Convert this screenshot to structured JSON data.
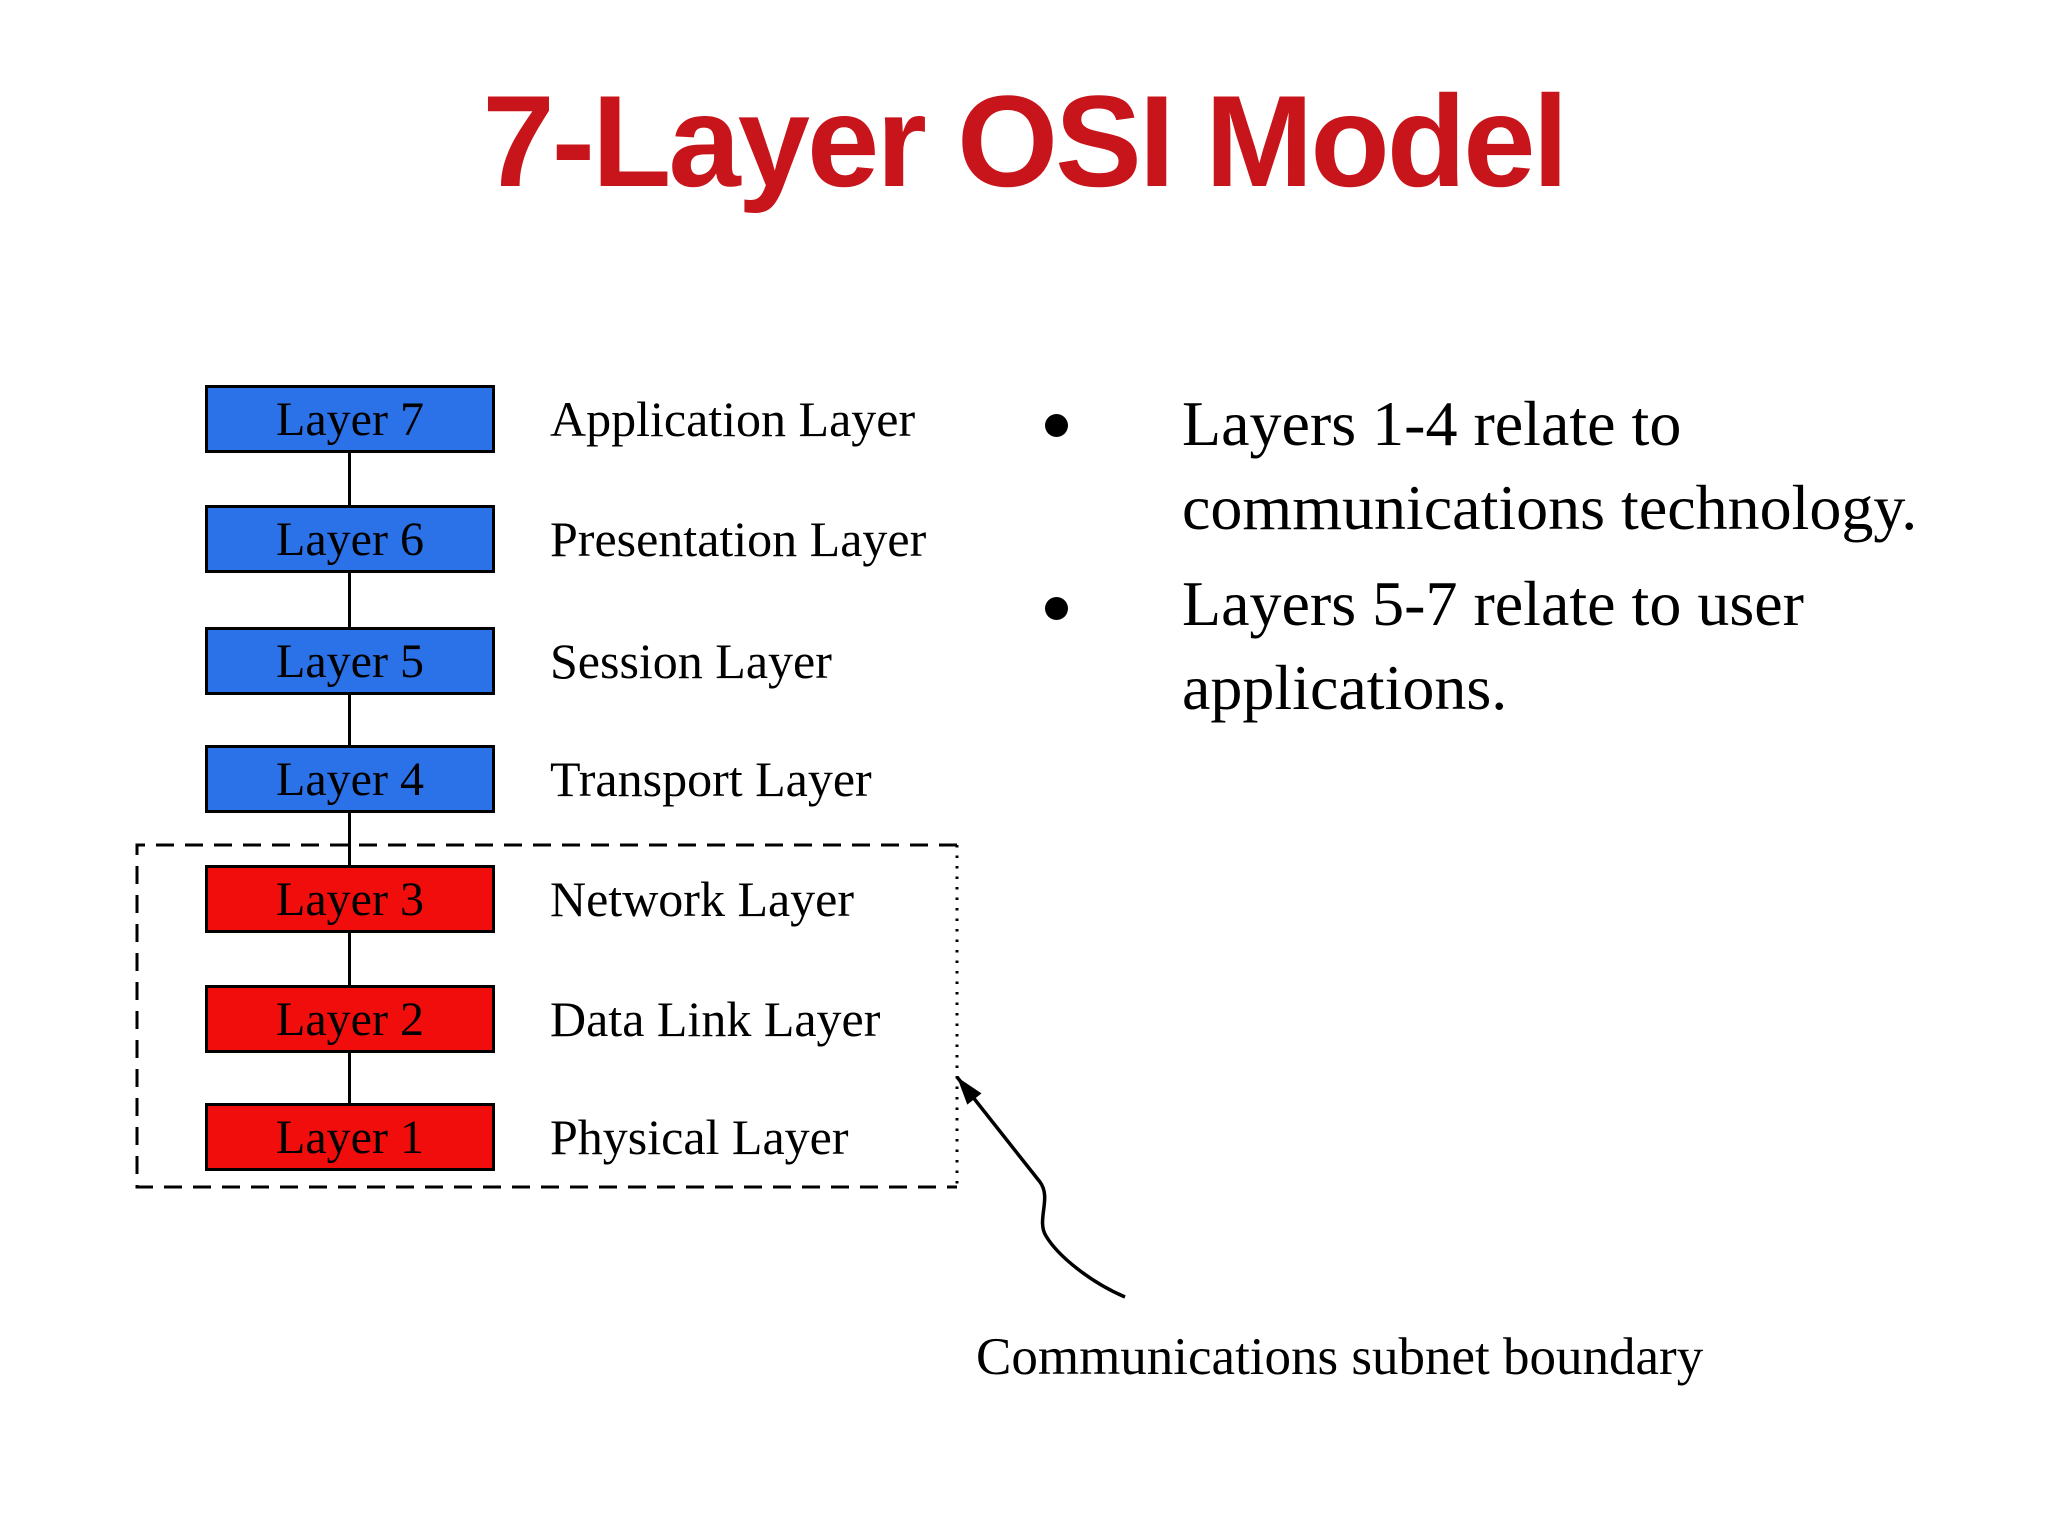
{
  "slide": {
    "title": "7-Layer OSI Model",
    "title_color": "#C8151B",
    "background_color": "#FFFFFF"
  },
  "diagram": {
    "layers": [
      {
        "box_label": "Layer 7",
        "name": "Application Layer",
        "group": "user-applications",
        "color_hex": "#2B72E8"
      },
      {
        "box_label": "Layer 6",
        "name": "Presentation Layer",
        "group": "user-applications",
        "color_hex": "#2B72E8"
      },
      {
        "box_label": "Layer 5",
        "name": "Session Layer",
        "group": "user-applications",
        "color_hex": "#2B72E8"
      },
      {
        "box_label": "Layer 4",
        "name": "Transport Layer",
        "group": "communications-technology",
        "color_hex": "#2B72E8"
      },
      {
        "box_label": "Layer 3",
        "name": "Network Layer",
        "group": "communications-subnet",
        "color_hex": "#F20D0D"
      },
      {
        "box_label": "Layer 2",
        "name": "Data Link Layer",
        "group": "communications-subnet",
        "color_hex": "#F20D0D"
      },
      {
        "box_label": "Layer 1",
        "name": "Physical Layer",
        "group": "communications-subnet",
        "color_hex": "#F20D0D"
      }
    ],
    "subnet_caption": "Communications subnet boundary",
    "line_color": "#000000"
  },
  "bullets": [
    {
      "lines": [
        "Layers 1-4 relate to",
        "communications technology."
      ]
    },
    {
      "lines": [
        "Layers 5-7 relate to user",
        "applications."
      ]
    }
  ]
}
